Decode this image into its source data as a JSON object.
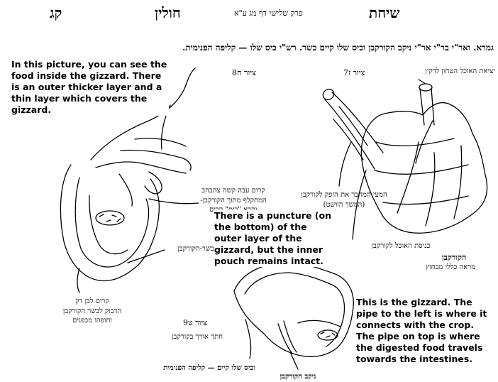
{
  "header": {
    "right_word": "שיחת",
    "center_ref": "פרק שלישי דף מג ע\"א",
    "tractate": "חולין",
    "page_number": "קג"
  },
  "intro_line": "גמרא. ואר\"י בר\"י אר\"י ניקב הקורקבן וכיס שלו קיים כשר. רש\"י כיס שלו — קליפה הפנימית.",
  "figures": {
    "fig7_label": "ציור ז7",
    "fig8_label": "ציור ח8",
    "fig9_label": "ציור ט9"
  },
  "hebrew_labels": {
    "exit_food": "יציאת האוכל הטחון לדקין",
    "intestine_connect": "המעי המחבר את הזפק לקורקבן\n(המשך הוושט)",
    "entry_food": "כניסת האוכל לקורקבן",
    "gizzard_title": "הקורקבן",
    "gizzard_sub": "מראה כללי מבחוץ",
    "thick_membrane": "קרום עבה קשה צהבהב\nהמתקלף מתוך הקורקבן-\nנקרא \"כיס\" הכיס",
    "gizzard_flesh": "בשר-הקורקבן",
    "thin_membrane": "קרום לבן דק\nהדבוק לבשר הקורקבן\nוחופהו מבפנים",
    "cut_along": "חתך אורך בקורקבן",
    "inner_pouch": "וכיס שלו קיים — קליפה הפנימית",
    "gizzard_hole": "ניקב הקורקבן"
  },
  "notes": {
    "note_inside": "In this picture, you can see the food inside the gizzard. There is an outer thicker layer and a thin layer which covers the gizzard.",
    "note_puncture": "There is a puncture (on the bottom) of the outer layer of the gizzard, but the inner pouch remains intact.",
    "note_pipes": "This is the gizzard. The pipe to the left is where it connects with the crop. The pipe on top is where the digested food travels towards the intestines."
  }
}
